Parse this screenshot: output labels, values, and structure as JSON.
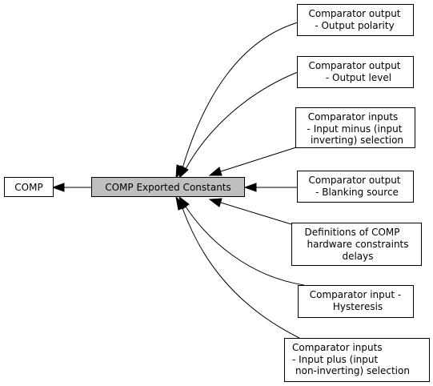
{
  "colors": {
    "main_node_fill": "#bfbfbf",
    "node_fill": "#ffffff",
    "stroke": "#000000"
  },
  "nodes": {
    "comp": {
      "lines": [
        "COMP"
      ]
    },
    "main": {
      "lines": [
        "COMP Exported Constants"
      ]
    },
    "output_polarity": {
      "lines": [
        "Comparator output",
        "- Output polarity"
      ]
    },
    "output_level": {
      "lines": [
        "Comparator output",
        "- Output level"
      ]
    },
    "input_minus": {
      "lines": [
        "Comparator inputs",
        "- Input minus (input",
        "inverting) selection"
      ]
    },
    "blanking_source": {
      "lines": [
        "Comparator output",
        "- Blanking source"
      ]
    },
    "hw_delays": {
      "lines": [
        "Definitions of COMP",
        "hardware constraints",
        "delays"
      ]
    },
    "hysteresis": {
      "lines": [
        "Comparator input -",
        "Hysteresis"
      ]
    },
    "input_plus": {
      "lines": [
        "Comparator inputs",
        "- Input plus (input",
        "non-inverting) selection"
      ]
    }
  }
}
